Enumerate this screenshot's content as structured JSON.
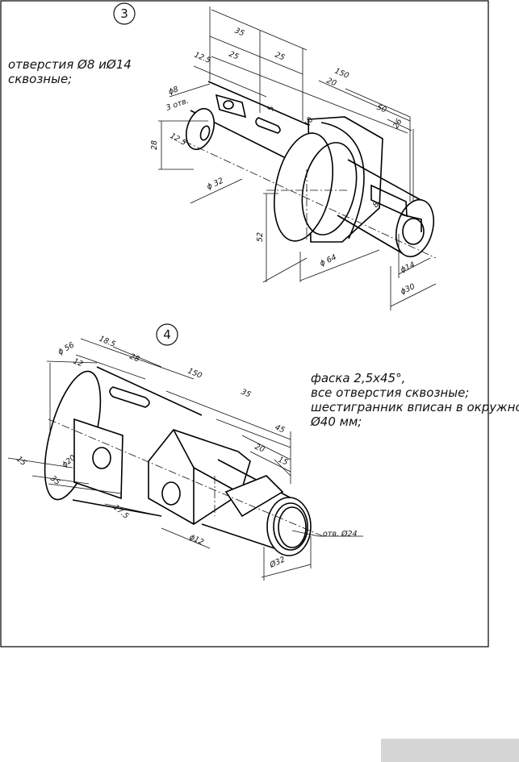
{
  "drawing3": {
    "number": "3",
    "notes": [
      "отверстия Ø8 иØ14",
      "сквозные;"
    ],
    "dims": {
      "d35": "35",
      "d25a": "25",
      "d25b": "25",
      "d125a": "12.5",
      "d150": "150",
      "d20": "20",
      "d50": "50",
      "d10": "10",
      "d5": "5",
      "d26": "26",
      "phi8": "ϕ8",
      "otv": "3 отв.",
      "d28": "28",
      "d125b": "12.5",
      "phi32": "ϕ 32",
      "d8": "8",
      "d52": "52",
      "phi64": "ϕ 64",
      "phi14": "ϕ14",
      "phi30": "ϕ30"
    }
  },
  "drawing4": {
    "number": "4",
    "notes": [
      "фаска 2,5х45°,",
      "все отверстия сквозные;",
      "шестигранник вписан в окружность",
      "Ø40 мм;"
    ],
    "dims": {
      "phi56": "ϕ 56",
      "d185": "18.5",
      "d28": "28",
      "d12": "12",
      "d150": "150",
      "d35": "35",
      "d45": "45",
      "d20": "20",
      "d15r": "15",
      "d15l": "15",
      "phi20": "ϕ20",
      "d35b": "35",
      "d175": "17.5",
      "phi12": "ϕ12",
      "otv24": "отв. Ø24",
      "phi32": "Ø32"
    }
  }
}
